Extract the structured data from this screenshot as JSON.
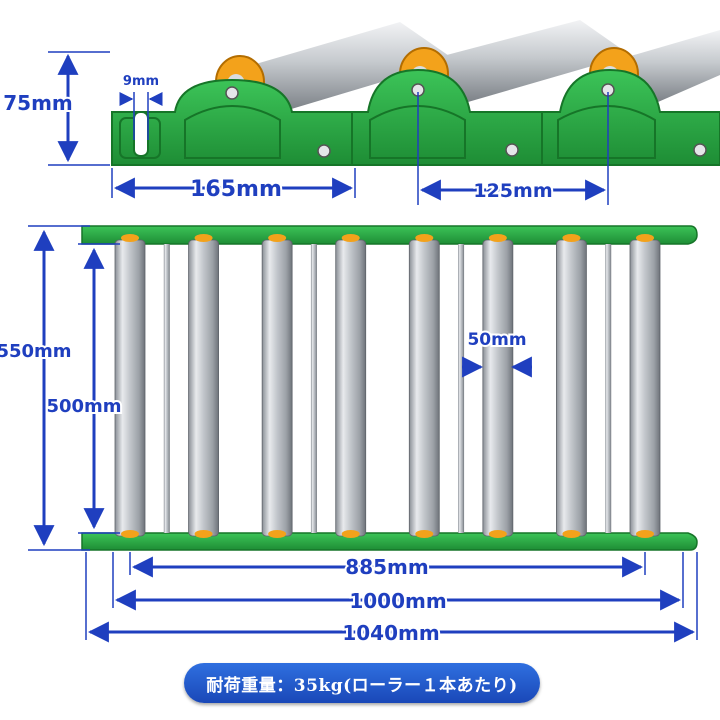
{
  "dimensions": {
    "height": "75mm",
    "axle_width": "9mm",
    "frame_pitch": "165mm",
    "roller_pitch": "125mm",
    "total_width": "550mm",
    "roller_length": "500mm",
    "roller_diameter": "50mm",
    "roller_span": "885mm",
    "length": "1000mm",
    "total_length": "1040mm"
  },
  "capacity_label": "耐荷重量：35kg(ローラー１本あたり)",
  "roller_count": 8,
  "colors": {
    "frame_green": "#2fb04a",
    "frame_green_dark": "#1d8a33",
    "roller_silver": "#c9cdd2",
    "bearing_orange": "#f3a21b",
    "dimension_blue": "#1f3fbf",
    "label_bg_blue": "#2358c9"
  },
  "icons": [
    "bolt-icon",
    "bearing-icon"
  ]
}
